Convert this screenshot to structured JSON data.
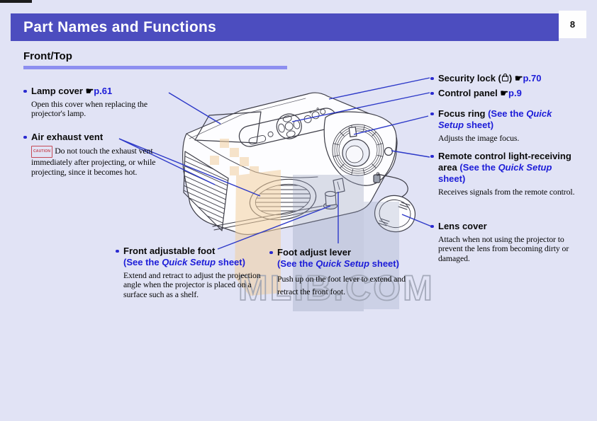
{
  "header": {
    "title": "Part Names and Functions",
    "page_number": "8",
    "section": "Front/Top"
  },
  "icons": {
    "pointer_hand": "☛"
  },
  "watermark": {
    "text": "MLIB.COM"
  },
  "colors": {
    "page_background": "#e1e3f5",
    "header_bar": "#4c4dbf",
    "section_underline": "#8d8ff0",
    "link_blue": "#1c1cd8",
    "leader_line_blue": "#2c38c8",
    "caution_red": "#c64a56",
    "watermark_tan": "#f2cf9f",
    "watermark_gray": "#97a0bd"
  },
  "callouts": {
    "lamp_cover": {
      "title": "Lamp cover ",
      "link": "p.61",
      "body": [
        "Open this cover when replacing the",
        "projector's lamp."
      ]
    },
    "air_exhaust_vent": {
      "title": "Air exhaust vent",
      "caution": "CAUTION",
      "body": [
        "Do not touch the exhaust vent",
        "immediately after projecting, or while",
        "projecting, since it becomes hot."
      ]
    },
    "security_lock": {
      "title_pre": "Security lock (",
      "title_post": ") ",
      "link": "p.70"
    },
    "control_panel": {
      "title": "Control panel ",
      "link": "p.9"
    },
    "focus_ring": {
      "title": "Focus ring ",
      "see_open": "(See the ",
      "see_italic_line1": "Quick",
      "see_italic_line2": "Setup",
      "see_close": " sheet)",
      "body": [
        "Adjusts the image focus."
      ]
    },
    "remote_receiver": {
      "title_line1": "Remote control light-receiving",
      "title_line2": "area ",
      "see_open": "(See the ",
      "see_italic": "Quick Setup",
      "see_line3": "sheet)",
      "body": [
        "Receives signals from the remote control."
      ]
    },
    "lens_cover": {
      "title": "Lens cover",
      "body": [
        "Attach when not using the projector to",
        "prevent the lens from becoming dirty or",
        "damaged."
      ]
    },
    "front_adjustable_foot": {
      "title": "Front adjustable foot",
      "see_open": "(See the ",
      "see_italic": "Quick Setup",
      "see_close": " sheet)",
      "body": [
        "Extend and retract to adjust the projection",
        "angle when the projector is placed on a",
        "surface such as a shelf."
      ]
    },
    "foot_adjust_lever": {
      "title": "Foot adjust lever",
      "see_open": "(See the ",
      "see_italic": "Quick Setup",
      "see_close": " sheet)",
      "body": [
        "Push up on the foot lever to extend and",
        "retract the front foot."
      ]
    }
  }
}
